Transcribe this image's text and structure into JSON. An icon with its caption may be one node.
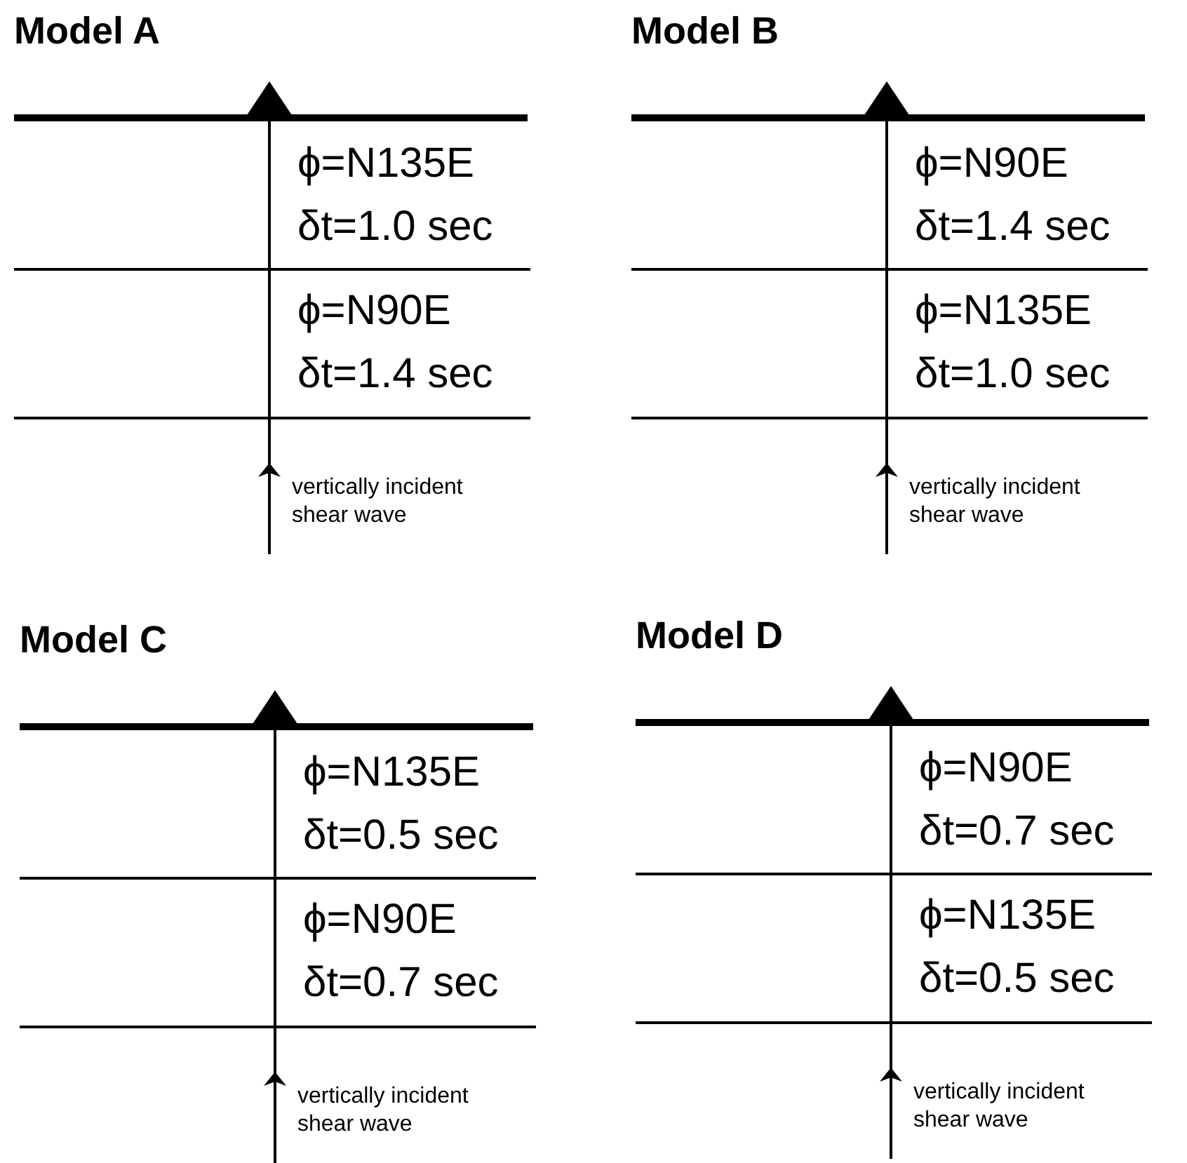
{
  "diagram": {
    "labels": [
      "Model A",
      "ϕ=N135E",
      "δt=1.0 sec",
      "ϕ=N90E",
      "δt=1.4 sec",
      "vertically incident shear wave",
      "Model B",
      "ϕ=N90E",
      "δt=1.4 sec",
      "ϕ=N135E",
      "δt=1.0 sec",
      "vertically incident shear wave",
      "Model C",
      "ϕ=N135E",
      "δt=0.5 sec",
      "ϕ=N90E",
      "δt=0.7 sec",
      "vertically incident shear wave",
      "Model D",
      "ϕ=N90E",
      "δt=0.7 sec",
      "ϕ=N135E",
      "δt=0.5 sec",
      "vertically incident shear wave"
    ]
  }
}
